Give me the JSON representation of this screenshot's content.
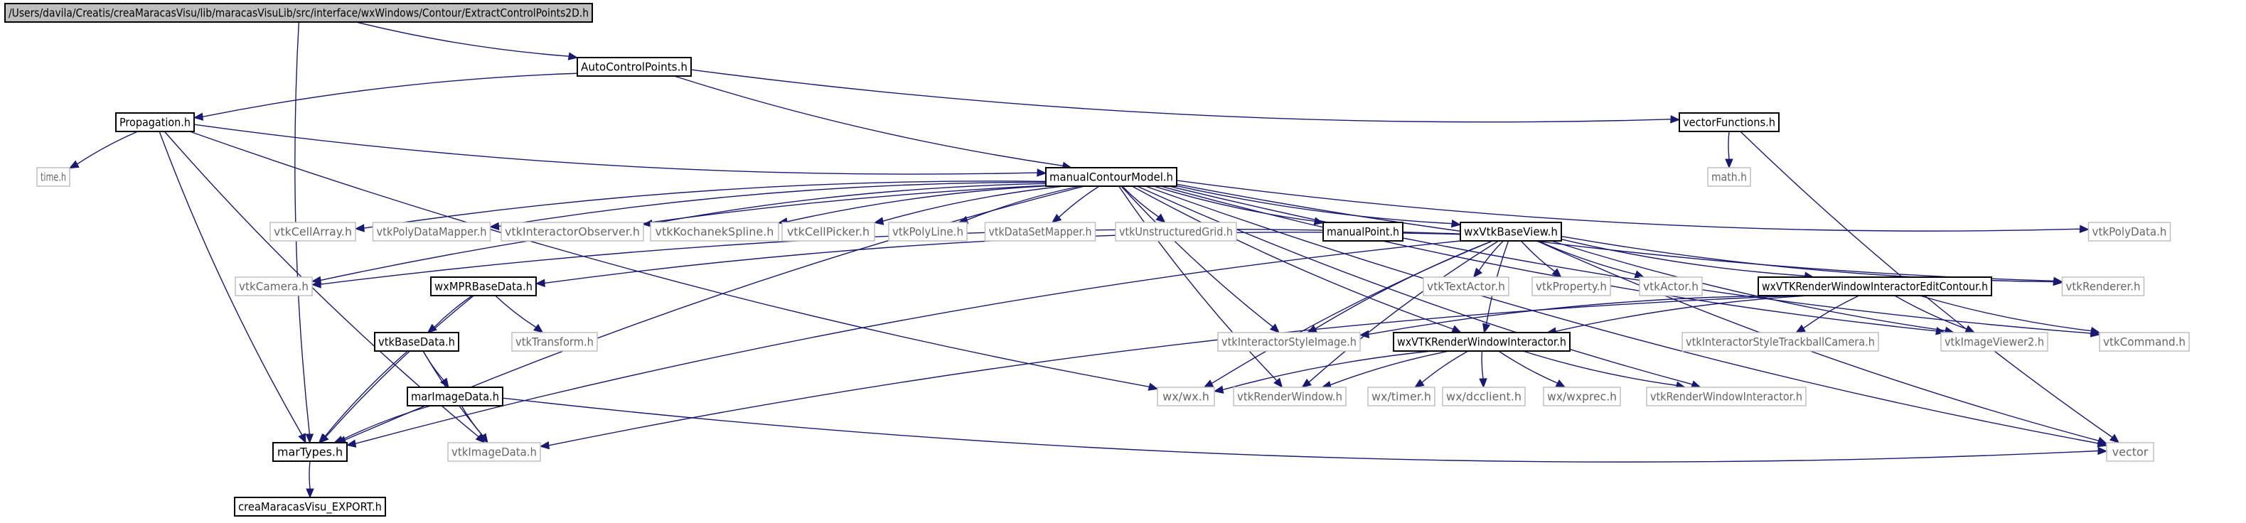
{
  "graph": {
    "nodes": [
      {
        "id": "extract",
        "label": "/Users/davila/Creatis/creaMaracasVisu/lib/maracasVisuLib/src/interface/wxWindows/Contour/ExtractControlPoints2D.h",
        "kind": "root"
      },
      {
        "id": "autocp",
        "label": "AutoControlPoints.h",
        "kind": "doc"
      },
      {
        "id": "propagation",
        "label": "Propagation.h",
        "kind": "doc"
      },
      {
        "id": "vectorfunctions",
        "label": "vectorFunctions.h",
        "kind": "doc"
      },
      {
        "id": "time",
        "label": "time.h",
        "kind": "sys"
      },
      {
        "id": "math",
        "label": "math.h",
        "kind": "sys"
      },
      {
        "id": "manualcontourmodel",
        "label": "manualContourModel.h",
        "kind": "doc"
      },
      {
        "id": "vtkcellarray",
        "label": "vtkCellArray.h",
        "kind": "sys"
      },
      {
        "id": "vtkpolydatamapper",
        "label": "vtkPolyDataMapper.h",
        "kind": "sys"
      },
      {
        "id": "vtkinteractorobserver",
        "label": "vtkInteractorObserver.h",
        "kind": "sys"
      },
      {
        "id": "vtkkochanekspline",
        "label": "vtkKochanekSpline.h",
        "kind": "sys"
      },
      {
        "id": "vtkcellpicker",
        "label": "vtkCellPicker.h",
        "kind": "sys"
      },
      {
        "id": "vtkpolyline",
        "label": "vtkPolyLine.h",
        "kind": "sys"
      },
      {
        "id": "vtkdatasetmapper",
        "label": "vtkDataSetMapper.h",
        "kind": "sys"
      },
      {
        "id": "vtkunstructuredgrid",
        "label": "vtkUnstructuredGrid.h",
        "kind": "sys"
      },
      {
        "id": "manualpoint",
        "label": "manualPoint.h",
        "kind": "doc"
      },
      {
        "id": "wxvtkbaseview",
        "label": "wxVtkBaseView.h",
        "kind": "doc"
      },
      {
        "id": "vtkpolydata",
        "label": "vtkPolyData.h",
        "kind": "sys"
      },
      {
        "id": "vtkcamera",
        "label": "vtkCamera.h",
        "kind": "sys"
      },
      {
        "id": "wxmprbasedata",
        "label": "wxMPRBaseData.h",
        "kind": "doc"
      },
      {
        "id": "vtktextactor",
        "label": "vtkTextActor.h",
        "kind": "sys"
      },
      {
        "id": "vtkproperty",
        "label": "vtkProperty.h",
        "kind": "sys"
      },
      {
        "id": "vtkactor",
        "label": "vtkActor.h",
        "kind": "sys"
      },
      {
        "id": "wxvtkrwiedit",
        "label": "wxVTKRenderWindowInteractorEditContour.h",
        "kind": "doc"
      },
      {
        "id": "vtkrenderer",
        "label": "vtkRenderer.h",
        "kind": "sys"
      },
      {
        "id": "vtktransform",
        "label": "vtkTransform.h",
        "kind": "sys"
      },
      {
        "id": "vtkinteractorstyleimage",
        "label": "vtkInteractorStyleImage.h",
        "kind": "sys"
      },
      {
        "id": "wxvtkrwi",
        "label": "wxVTKRenderWindowInteractor.h",
        "kind": "doc"
      },
      {
        "id": "vtkinteractorstyletrackball",
        "label": "vtkInteractorStyleTrackballCamera.h",
        "kind": "sys"
      },
      {
        "id": "vtkimageviewer2",
        "label": "vtkImageViewer2.h",
        "kind": "sys"
      },
      {
        "id": "vtkcommand",
        "label": "vtkCommand.h",
        "kind": "sys"
      },
      {
        "id": "vtkbasedata",
        "label": "vtkBaseData.h",
        "kind": "doc"
      },
      {
        "id": "marimagedata",
        "label": "marImageData.h",
        "kind": "doc"
      },
      {
        "id": "wxwx",
        "label": "wx/wx.h",
        "kind": "sys"
      },
      {
        "id": "vtkrenderwindow",
        "label": "vtkRenderWindow.h",
        "kind": "sys"
      },
      {
        "id": "wxtimer",
        "label": "wx/timer.h",
        "kind": "sys"
      },
      {
        "id": "wxdcclient",
        "label": "wx/dcclient.h",
        "kind": "sys"
      },
      {
        "id": "wxwxprec",
        "label": "wx/wxprec.h",
        "kind": "sys"
      },
      {
        "id": "vtkrenderwindowinteractor",
        "label": "vtkRenderWindowInteractor.h",
        "kind": "sys"
      },
      {
        "id": "martypes",
        "label": "marTypes.h",
        "kind": "doc"
      },
      {
        "id": "vtkimagedata",
        "label": "vtkImageData.h",
        "kind": "sys"
      },
      {
        "id": "vector",
        "label": "vector",
        "kind": "sys"
      },
      {
        "id": "creaexport",
        "label": "creaMaracasVisu_EXPORT.h",
        "kind": "doc"
      }
    ],
    "edges": [
      [
        "extract",
        "autocp"
      ],
      [
        "extract",
        "martypes"
      ],
      [
        "autocp",
        "propagation"
      ],
      [
        "autocp",
        "vectorfunctions"
      ],
      [
        "autocp",
        "manualcontourmodel"
      ],
      [
        "propagation",
        "time"
      ],
      [
        "propagation",
        "manualcontourmodel"
      ],
      [
        "propagation",
        "martypes"
      ],
      [
        "propagation",
        "vtkimagedata"
      ],
      [
        "propagation",
        "wxwx"
      ],
      [
        "vectorfunctions",
        "math"
      ],
      [
        "vectorfunctions",
        "vector"
      ],
      [
        "manualcontourmodel",
        "vtkcellarray"
      ],
      [
        "manualcontourmodel",
        "vtkpolydatamapper"
      ],
      [
        "manualcontourmodel",
        "vtkinteractorobserver"
      ],
      [
        "manualcontourmodel",
        "vtkkochanekspline"
      ],
      [
        "manualcontourmodel",
        "vtkcellpicker"
      ],
      [
        "manualcontourmodel",
        "vtkpolyline"
      ],
      [
        "manualcontourmodel",
        "vtkdatasetmapper"
      ],
      [
        "manualcontourmodel",
        "vtkunstructuredgrid"
      ],
      [
        "manualcontourmodel",
        "manualpoint"
      ],
      [
        "manualcontourmodel",
        "wxvtkbaseview"
      ],
      [
        "manualcontourmodel",
        "vtkpolydata"
      ],
      [
        "manualcontourmodel",
        "vtkcamera"
      ],
      [
        "manualcontourmodel",
        "martypes"
      ],
      [
        "manualcontourmodel",
        "vtkrenderer"
      ],
      [
        "manualcontourmodel",
        "vtkcommand"
      ],
      [
        "manualcontourmodel",
        "vector"
      ],
      [
        "manualcontourmodel",
        "vtkinteractorstyleimage"
      ],
      [
        "manualcontourmodel",
        "wxvtkrwi"
      ],
      [
        "manualcontourmodel",
        "vtkimageviewer2"
      ],
      [
        "manualcontourmodel",
        "vtkrenderwindow"
      ],
      [
        "manualcontourmodel",
        "vtkrenderwindowinteractor"
      ],
      [
        "wxvtkbaseview",
        "vtkcamera"
      ],
      [
        "wxvtkbaseview",
        "wxmprbasedata"
      ],
      [
        "wxvtkbaseview",
        "vtktextactor"
      ],
      [
        "wxvtkbaseview",
        "vtkproperty"
      ],
      [
        "wxvtkbaseview",
        "vtkactor"
      ],
      [
        "wxvtkbaseview",
        "wxvtkrwiedit"
      ],
      [
        "wxvtkbaseview",
        "vtkrenderer"
      ],
      [
        "wxvtkbaseview",
        "vtkinteractorstyleimage"
      ],
      [
        "wxvtkbaseview",
        "wxvtkrwi"
      ],
      [
        "wxvtkbaseview",
        "vtkimageviewer2"
      ],
      [
        "wxvtkbaseview",
        "martypes"
      ],
      [
        "wxvtkbaseview",
        "wxwx"
      ],
      [
        "wxvtkbaseview",
        "vtkrenderwindow"
      ],
      [
        "wxvtkbaseview",
        "vector"
      ],
      [
        "wxmprbasedata",
        "vtkbasedata"
      ],
      [
        "wxmprbasedata",
        "vtktransform"
      ],
      [
        "wxmprbasedata",
        "martypes"
      ],
      [
        "vtkbasedata",
        "marimagedata"
      ],
      [
        "vtkbasedata",
        "martypes"
      ],
      [
        "vtkbasedata",
        "vtkimagedata"
      ],
      [
        "marimagedata",
        "martypes"
      ],
      [
        "marimagedata",
        "vtkimagedata"
      ],
      [
        "marimagedata",
        "vector"
      ],
      [
        "wxvtkrwiedit",
        "vtkinteractorstyleimage"
      ],
      [
        "wxvtkrwiedit",
        "wxvtkrwi"
      ],
      [
        "wxvtkrwiedit",
        "vtkinteractorstyletrackball"
      ],
      [
        "wxvtkrwiedit",
        "vtkimageviewer2"
      ],
      [
        "wxvtkrwiedit",
        "vtkcommand"
      ],
      [
        "wxvtkrwiedit",
        "vtkimagedata"
      ],
      [
        "wxvtkrwi",
        "wxwx"
      ],
      [
        "wxvtkrwi",
        "vtkrenderwindow"
      ],
      [
        "wxvtkrwi",
        "wxtimer"
      ],
      [
        "wxvtkrwi",
        "wxdcclient"
      ],
      [
        "wxvtkrwi",
        "wxwxprec"
      ],
      [
        "wxvtkrwi",
        "vtkrenderwindowinteractor"
      ],
      [
        "martypes",
        "creaexport"
      ]
    ]
  }
}
